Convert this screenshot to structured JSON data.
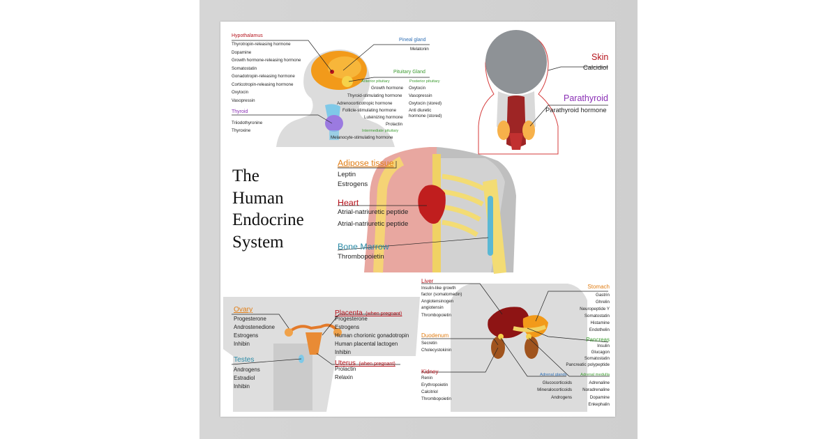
{
  "title": [
    "The",
    "Human",
    "Endocrine",
    "System"
  ],
  "brain": {
    "hypothalamus": {
      "name": "Hypothalamus",
      "hormones": [
        "Thyrotropin-releasing hormone",
        "Dopamine",
        "Growth hormone-releasing hormone",
        "Somatostatin",
        "Gonadotropin-releasing hormone",
        "Corticotropin-releasing hormone",
        "Oxytocin",
        "Vasopressin"
      ]
    },
    "thyroid": {
      "name": "Thyroid",
      "hormones": [
        "Triiodothyronine",
        "Thyroxine"
      ]
    },
    "pineal": {
      "name": "Pineal gland",
      "hormones": [
        "Melatonin"
      ]
    },
    "pituitary": {
      "name": "Pituitary Gland",
      "anterior_label": "Anterior pituitary",
      "posterior_label": "Posterior pituitary",
      "anterior": [
        "Growth hormone",
        "Thyroid-stimulating hormone",
        "Adrenocorticotropic hormone",
        "Follicle-stimulating hormone",
        "Luteinizing hormone",
        "Prolactin"
      ],
      "posterior": [
        "Oxytocin",
        "Vasopressin",
        "Oxytocin (stored)",
        "Anti diuretic",
        "hormone (stored)"
      ],
      "intermediate_label": "Intermediate pituitary",
      "intermediate": [
        "Melanocyte-stimulating hormone"
      ]
    }
  },
  "neck": {
    "skin": {
      "name": "Skin",
      "hormones": [
        "Calcidiol"
      ]
    },
    "parathyroid": {
      "name": "Parathyroid",
      "hormones": [
        "Parathyroid hormone"
      ]
    }
  },
  "torso": {
    "adipose": {
      "name": "Adipose tissue",
      "hormones": [
        "Leptin",
        "Estrogens"
      ]
    },
    "heart": {
      "name": "Heart",
      "hormones": [
        "Atrial-natriuretic peptide",
        "Atrial-natriuretic peptide"
      ]
    },
    "marrow": {
      "name": "Bone Marrow",
      "hormones": [
        "Thrombopoietin"
      ]
    }
  },
  "pelvis": {
    "ovary": {
      "name": "Ovary",
      "hormones": [
        "Progesterone",
        "Androstenedione",
        "Estrogens",
        "Inhibin"
      ]
    },
    "testes": {
      "name": "Testes",
      "hormones": [
        "Androgens",
        "Estradiol",
        "Inhibin"
      ]
    },
    "placenta": {
      "name": "Placenta",
      "note": "(when pregnant)",
      "hormones": [
        "Progesterone",
        "Estrogens",
        "Human chorionic gonadotropin",
        "Human placental lactogen",
        "Inhibin"
      ]
    },
    "uterus": {
      "name": "Uterus",
      "note": "(when pregnant)",
      "hormones": [
        "Prolactin",
        "Relaxin"
      ]
    }
  },
  "abdomen": {
    "liver": {
      "name": "Liver",
      "hormones": [
        "Insulin-like growth",
        "factor (somatomedin)",
        "Angiotensinogen",
        "angiotensin",
        "Thrombopoietin"
      ]
    },
    "duodenum": {
      "name": "Duodenum",
      "hormones": [
        "Secretin",
        "Cholecystokinin"
      ]
    },
    "kidney": {
      "name": "Kidney",
      "hormones": [
        "Renin",
        "Erythropoietin",
        "Calcitriol",
        "Thrombopoietin"
      ]
    },
    "stomach": {
      "name": "Stomach",
      "hormones": [
        "Gastrin",
        "Ghrelin",
        "Neuropeptide Y",
        "Somatostatin",
        "Histamine",
        "Endothelin"
      ]
    },
    "pancreas": {
      "name": "Pancreas",
      "hormones": [
        "Insulin",
        "Glucagon",
        "Somatostatin",
        "Pancreatic polypeptide"
      ]
    },
    "adrenal_glands": {
      "name": "Adrenal glands",
      "hormones": [
        "Glucocorticoids",
        "Mineralocorticoids",
        "Androgens"
      ]
    },
    "adrenal_medulla": {
      "name": "Adrenal medulla",
      "hormones": [
        "Adrenaline",
        "Noradrenaline",
        "Dopamine",
        "Enkephalin"
      ]
    }
  },
  "colors": {
    "red": "#b5121b",
    "blue": "#2f6fb5",
    "green": "#3b9a2f",
    "purple": "#8a2fb5",
    "orange": "#e07c12",
    "teal": "#2a8aa6"
  }
}
